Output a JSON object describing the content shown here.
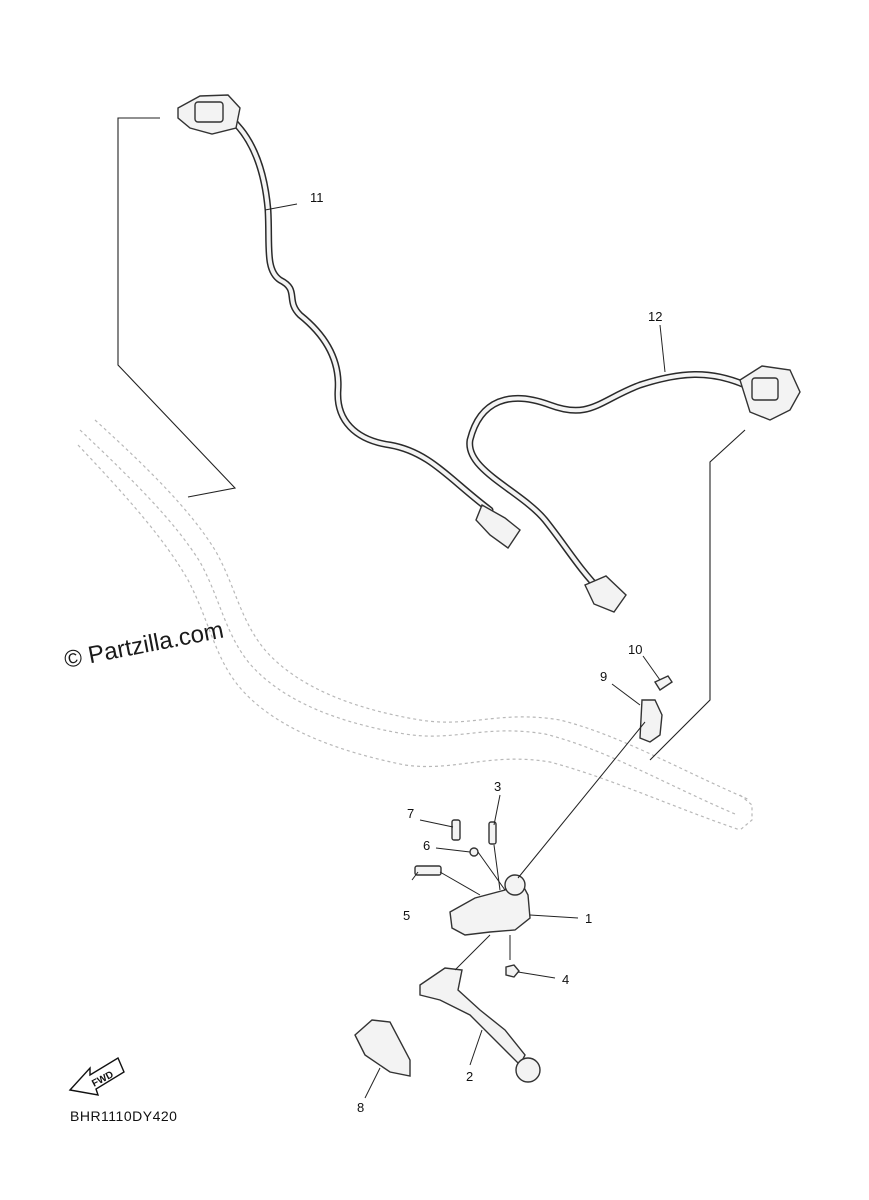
{
  "watermark": "© Partzilla.com",
  "diagram_code": "BHR1110DY420",
  "fwd_label": "FWD",
  "callouts": {
    "c1": "1",
    "c2": "2",
    "c3": "3",
    "c4": "4",
    "c5": "5",
    "c6": "6",
    "c7": "7",
    "c8": "8",
    "c9": "9",
    "c10": "10",
    "c11": "11",
    "c12": "12"
  }
}
